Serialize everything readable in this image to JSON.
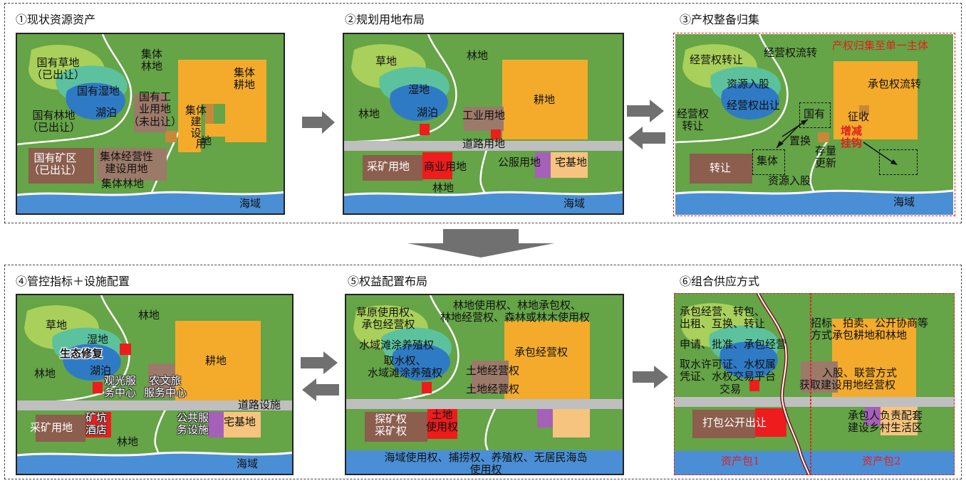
{
  "colors": {
    "green": "#65a447",
    "lightgreen": "#a9d05a",
    "teal": "#5cc29e",
    "blue": "#2f7ac4",
    "orange": "#f4ab2c",
    "brown": "#9c7a6a",
    "darkbrown": "#8b5e4e",
    "red": "#ee1c1c",
    "purple": "#a561b7",
    "peach": "#f6c47e",
    "sea": "#4a8fd6",
    "road": "#bfbfbf",
    "bigarrow": "#707070"
  },
  "panels": {
    "p1": {
      "title": "①现状资源资产",
      "l_grass1": "国有草地",
      "l_grass2": "（已出让）",
      "l_wet": "国有湿地",
      "l_lake": "湖泊",
      "l_forest1": "国有林地",
      "l_forest2": "（已出让）",
      "l_ind1": "国有工",
      "l_ind2": "业用地",
      "l_ind3": "（未出让）",
      "l_cforest1": "集体",
      "l_cforest2": "林地",
      "l_farm1": "集体",
      "l_farm2": "耕地",
      "l_build1": "集体",
      "l_build2": "建",
      "l_build3": "设",
      "l_build4": "用",
      "l_build5": "地",
      "l_mine1": "国有矿区",
      "l_mine2": "（已出让）",
      "l_cop1": "集体经营性",
      "l_cop2": "建设用地",
      "l_cforest_b": "集体林地",
      "l_sea": "海域"
    },
    "p2": {
      "title": "②规划用地布局",
      "l_grass": "草地",
      "l_wet": "湿地",
      "l_lake": "湖泊",
      "l_forest": "林地",
      "l_forest_top": "林地",
      "l_farm": "耕地",
      "l_ind": "工业用地",
      "l_road": "道路用地",
      "l_mine": "采矿用地",
      "l_comm": "商业用地",
      "l_public": "公服用地",
      "l_home": "宅基地",
      "l_forest_b": "林地",
      "l_sea": "海域"
    },
    "p3": {
      "title": "③产权整备归集",
      "redtitle": "产权归集至单一主体",
      "l_transfer1": "经营权转让",
      "l_flow": "经营权流转",
      "l_invest": "资源入股",
      "l_out": "经营权出让",
      "l_transfer2a": "经营权",
      "l_transfer2b": "转让",
      "l_state": "国有",
      "l_levy": "征收",
      "l_lease": "承包权流转",
      "l_swap": "置换",
      "l_inc1": "增减",
      "l_inc2": "挂钩",
      "l_stock1": "存量",
      "l_stock2": "更新",
      "l_transfer3": "转让",
      "l_coll": "集体",
      "l_invest2": "资源入股",
      "l_sea": "海域"
    },
    "p4": {
      "title": "④管控指标＋设施配置",
      "l_grass": "草地",
      "l_wet": "湿地",
      "l_eco": "生态修复",
      "l_lake": "湖泊",
      "l_forest": "林地",
      "l_forest_top": "林地",
      "l_farm": "耕地",
      "l_svc1": "观光服",
      "l_svc2": "务中心",
      "l_agri1": "农文旅",
      "l_agri2": "服务中心",
      "l_road": "道路设施",
      "l_mine": "采矿用地",
      "l_hotel1": "矿坑",
      "l_hotel2": "酒店",
      "l_pub1": "公共服",
      "l_pub2": "务设施",
      "l_home": "宅基地",
      "l_forest_b": "林地",
      "l_sea": "海域"
    },
    "p5": {
      "title": "⑤权益配置布局",
      "l_g1": "草原使用权、",
      "l_g2": "承包经营权",
      "l_f1": "林地使用权、林地承包权、",
      "l_f2": "林地经营权、森林或林木使用权",
      "l_aq": "水域滩涂养殖权",
      "l_w1": "取水权、",
      "l_w2": "水域滩涂养殖权",
      "l_farm": "承包经营权",
      "l_land1": "土地经营权",
      "l_land2": "土地经营权",
      "l_mine1": "探矿权",
      "l_mine2": "采矿权",
      "l_use1": "土地",
      "l_use2": "使用权",
      "l_sea1": "海域使用权、捕捞权、养殖权、无居民海岛",
      "l_sea2": "使用权"
    },
    "p6": {
      "title": "⑥组合供应方式",
      "l_a1": "承包经营、转包、",
      "l_a2": "出租、互换、转让",
      "l_b": "申请、批准、承包经营",
      "l_c1": "取水许可证、水权属",
      "l_c2": "凭证、水权交易平台",
      "l_c3": "交易",
      "l_d1": "招标、拍卖、公开协商等",
      "l_d2": "方式承包耕地和林地",
      "l_e1": "入股、联营方式",
      "l_e2": "获取建设用地经营权",
      "l_pkg": "打包公开出让",
      "l_f1": "承包人负责配套",
      "l_f2": "建设乡村生活区",
      "l_asset1": "资产包1",
      "l_asset2": "资产包2"
    }
  }
}
